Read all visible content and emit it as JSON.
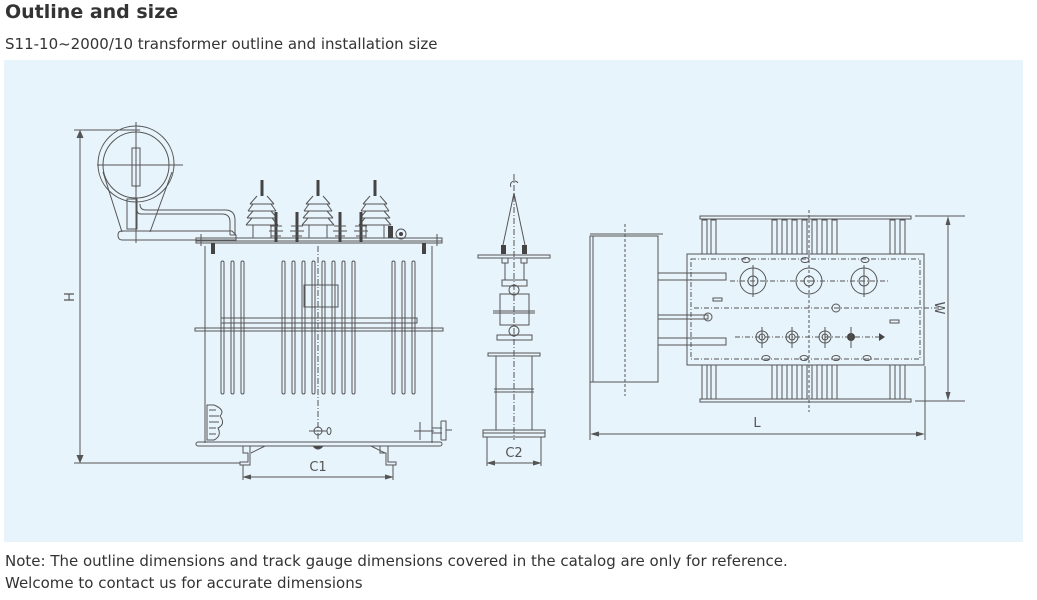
{
  "heading": "Outline and size",
  "subheading": "S11-10~2000/10 transformer outline and installation size",
  "drawing": {
    "description": "Transformer outline drawing: front view, side view, top view",
    "colors": {
      "panel_bg": "#e8f4fc",
      "line": "#555555",
      "dark": "#444444"
    },
    "labels": {
      "height": "H",
      "gauge_front": "C1",
      "gauge_side": "C2",
      "length": "L",
      "width": "W"
    }
  },
  "note": {
    "line1": "Note: The outline dimensions and track gauge dimensions covered in the catalog are only for reference.",
    "line2": "Welcome to contact us for accurate dimensions"
  }
}
